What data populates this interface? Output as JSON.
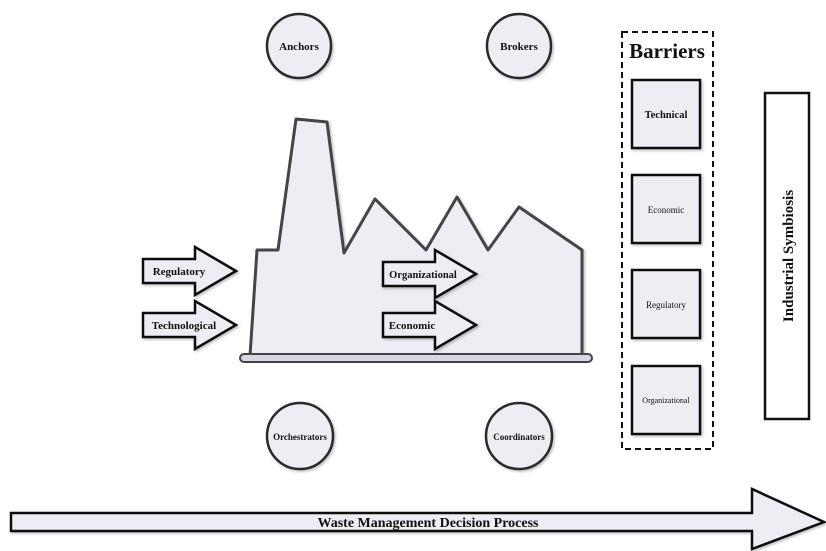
{
  "actors": {
    "anchors": "Anchors",
    "brokers": "Brokers",
    "orchestrators": "Orchestrators",
    "coordinators": "Coordinators"
  },
  "external_drivers": {
    "regulatory": "Regulatory",
    "technological": "Technological"
  },
  "internal_drivers": {
    "organizational": "Organizational",
    "economic": "Economic"
  },
  "barriers": {
    "title": "Barriers",
    "items": [
      "Technical",
      "Economic",
      "Regulatory",
      "Organizational"
    ]
  },
  "outcome": "Industrial Symbiosis",
  "process": "Waste Management Decision Process",
  "colors": {
    "fill": "#eeedf4",
    "stroke": "#2b2b2b"
  }
}
